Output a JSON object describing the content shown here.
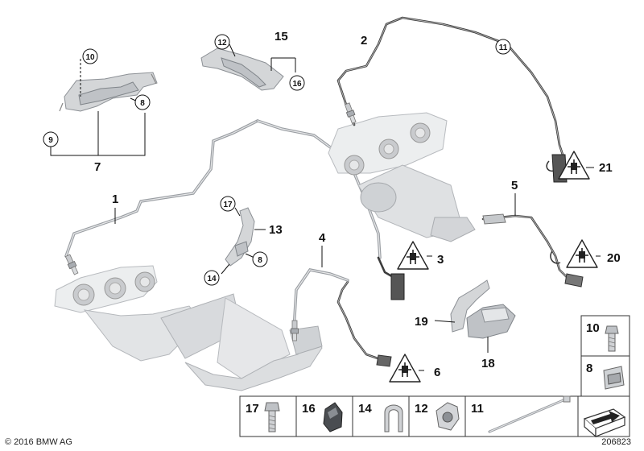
{
  "diagram": {
    "part_labels": [
      "1",
      "2",
      "3",
      "4",
      "5",
      "6",
      "7",
      "8",
      "9",
      "10",
      "11",
      "12",
      "13",
      "14",
      "15",
      "16",
      "17",
      "19",
      "18",
      "20",
      "21"
    ],
    "callout_circles": [
      "10",
      "12",
      "16",
      "8",
      "9",
      "11",
      "17",
      "8",
      "14"
    ],
    "legend": {
      "top_right": [
        {
          "number": "10",
          "part": "bolt-icon"
        },
        {
          "number": "8",
          "part": "clip-nut-icon"
        }
      ],
      "bottom_row": [
        {
          "number": "17",
          "part": "hex-bolt-icon"
        },
        {
          "number": "16",
          "part": "spring-clip-icon"
        },
        {
          "number": "14",
          "part": "cable-clip-icon"
        },
        {
          "number": "12",
          "part": "holder-clip-icon"
        },
        {
          "number": "11",
          "part": "cable-tie-icon"
        }
      ],
      "corner_icon": "arrow-plate-icon"
    },
    "warning_symbols": [
      "warning-connector-icon",
      "warning-connector-icon",
      "warning-connector-icon",
      "warning-connector-icon"
    ],
    "copyright": "© 2016 BMW AG",
    "diagram_id": "206823"
  }
}
